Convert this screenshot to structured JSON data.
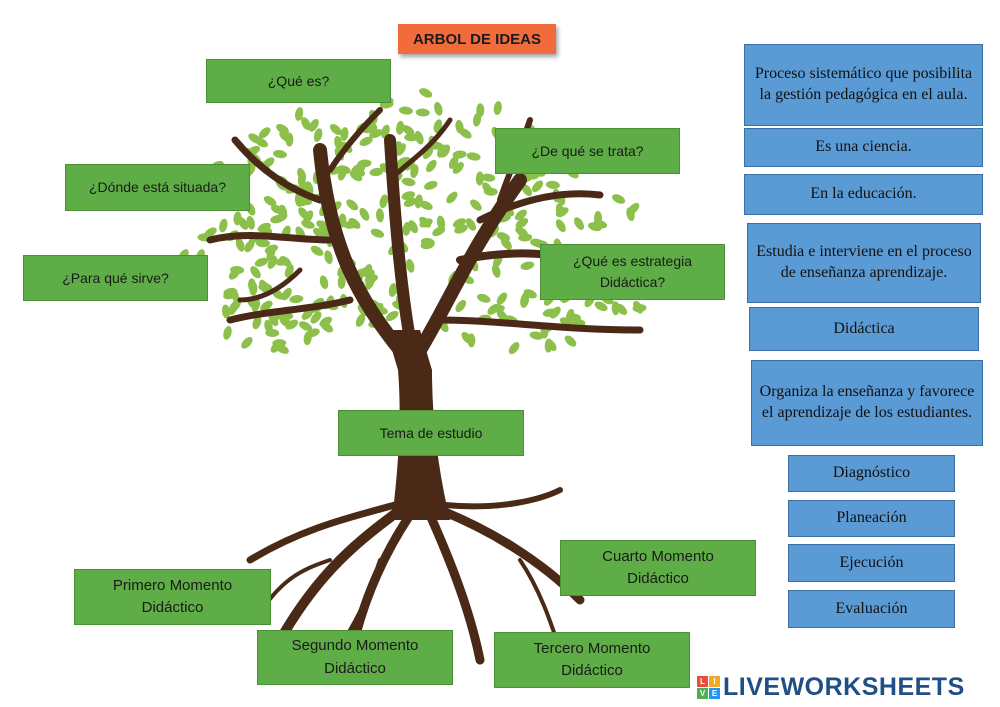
{
  "title": "ARBOL DE IDEAS",
  "tree_labels": {
    "que_es": "¿Qué es?",
    "de_que_trata": "¿De qué se trata?",
    "donde_situada": "¿Dónde está situada?",
    "para_que_sirve": "¿Para qué sirve?",
    "estrategia": "¿Qué es estrategia Didáctica?",
    "tema": "Tema de estudio",
    "primero": "Primero Momento Didáctico",
    "segundo": "Segundo Momento Didáctico",
    "tercero": "Tercero Momento Didáctico",
    "cuarto": "Cuarto Momento Didáctico"
  },
  "answers": [
    "Proceso sistemático que posibilita la gestión pedagógica en el aula.",
    "Es una ciencia.",
    "En la educación.",
    "Estudia e interviene en el proceso de enseñanza aprendizaje.",
    "Didáctica",
    "Organiza la enseñanza y favorece el aprendizaje de los estudiantes.",
    "Diagnóstico",
    "Planeación",
    "Ejecución",
    "Evaluación"
  ],
  "brand": {
    "logo_letters": [
      "L",
      "I",
      "V",
      "E"
    ],
    "name": "LIVEWORKSHEETS"
  },
  "colors": {
    "green_box": "#5fad46",
    "blue_box": "#5b9bd5",
    "title_box": "#f26b3c",
    "trunk": "#4a2a17",
    "leaf": "#8cc04b"
  }
}
